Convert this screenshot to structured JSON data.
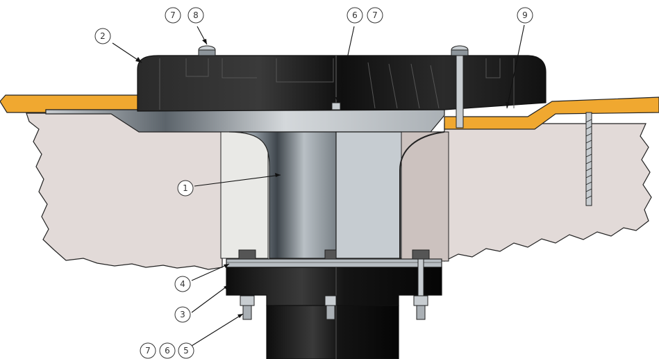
{
  "diagram": {
    "callouts": [
      {
        "id": "c1",
        "label": "1"
      },
      {
        "id": "c2",
        "label": "2"
      },
      {
        "id": "c3",
        "label": "3"
      },
      {
        "id": "c4",
        "label": "4"
      },
      {
        "id": "c7a",
        "label": "7"
      },
      {
        "id": "c8",
        "label": "8"
      },
      {
        "id": "c6a",
        "label": "6"
      },
      {
        "id": "c7b",
        "label": "7"
      },
      {
        "id": "c9",
        "label": "9"
      },
      {
        "id": "c7c",
        "label": "7"
      },
      {
        "id": "c6b",
        "label": "6"
      },
      {
        "id": "c5",
        "label": "5"
      }
    ],
    "colors": {
      "roofing_membrane": "#f0a830",
      "concrete": "#e2dad8",
      "drain_body": "#1a1a1a",
      "steel": "#9aa2aa",
      "outline": "#222222"
    }
  }
}
